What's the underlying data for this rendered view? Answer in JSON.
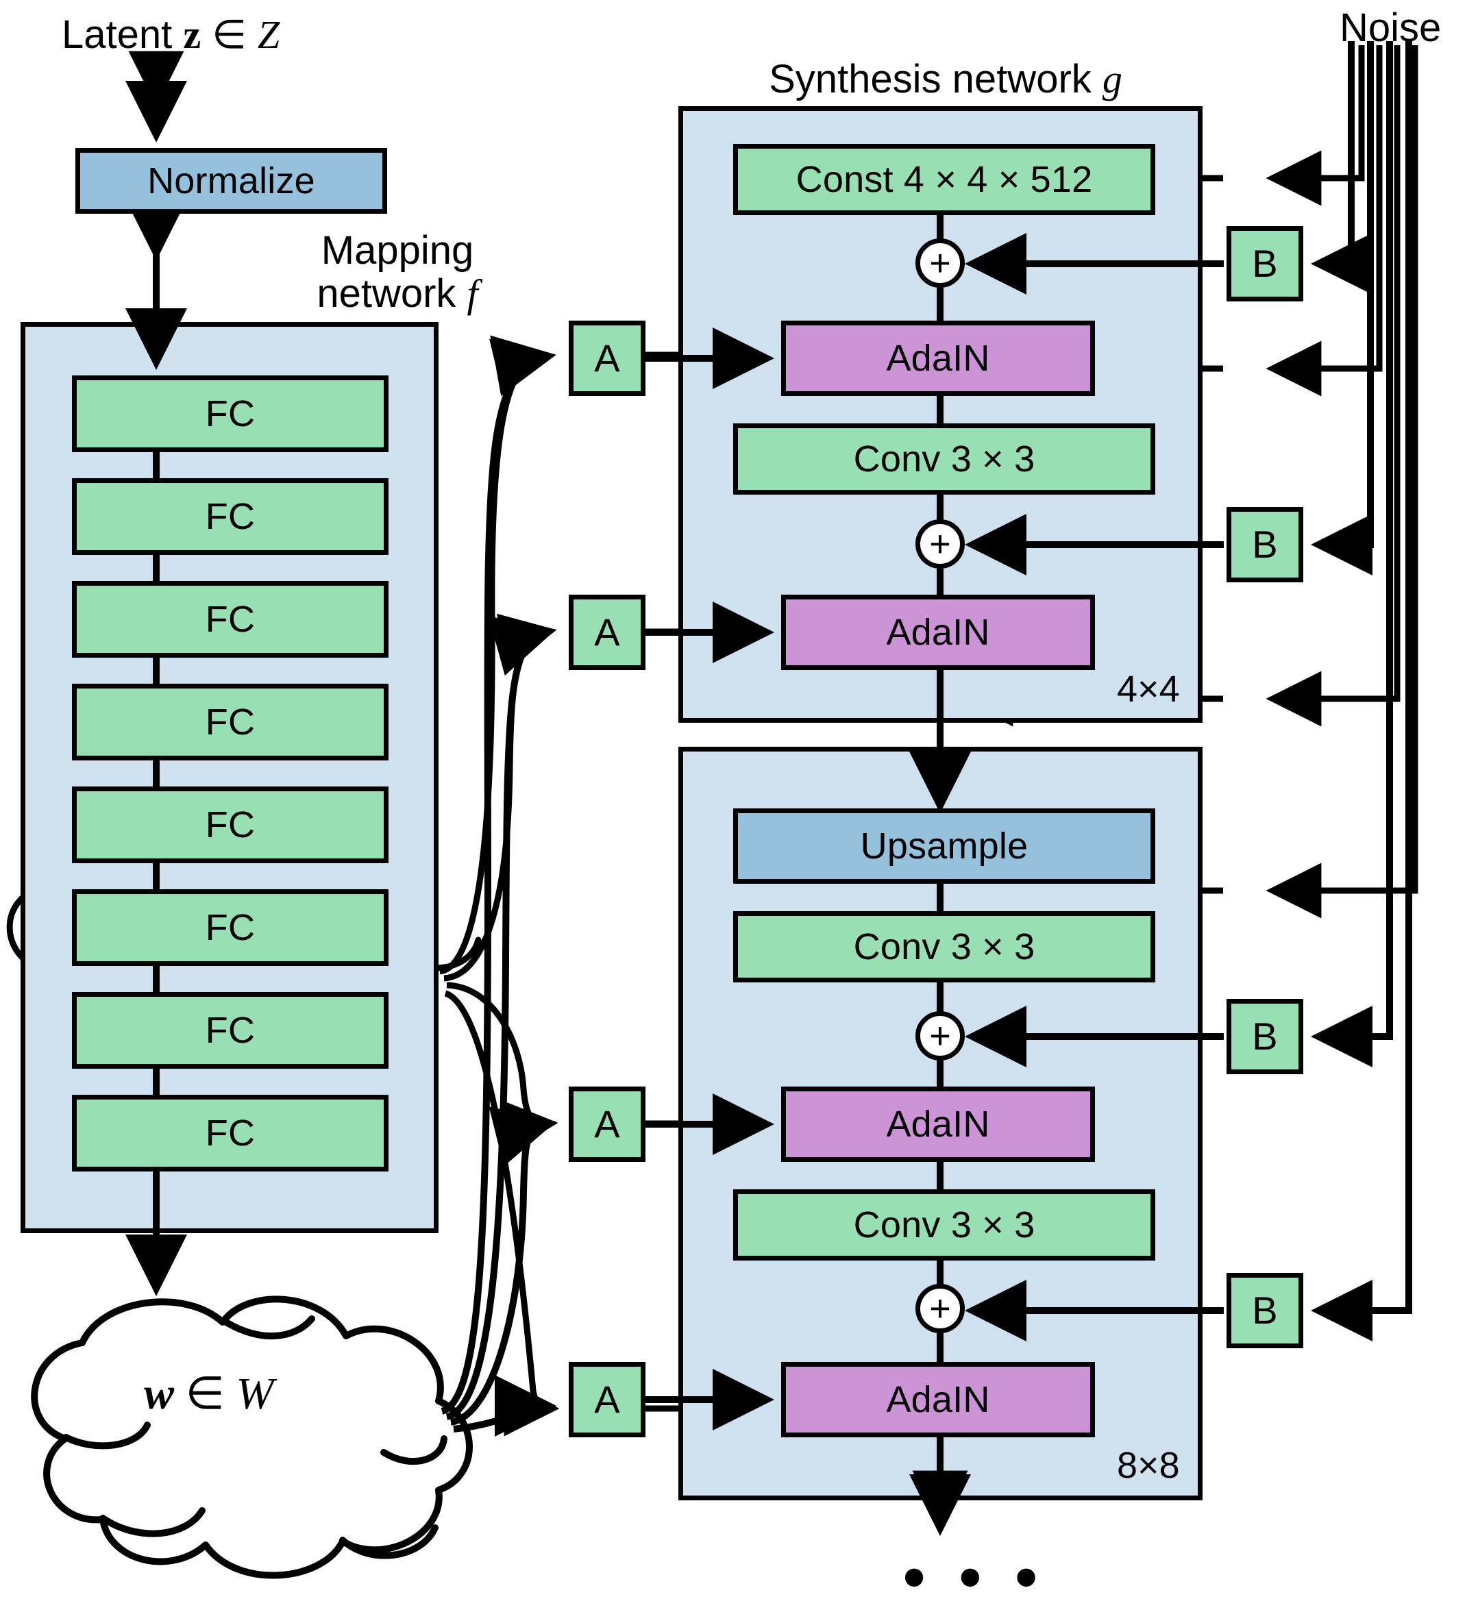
{
  "figure": {
    "title": "StyleGAN generator architecture",
    "colors": {
      "green_block": "#98dfb3",
      "blue_block": "#96c1dd",
      "purple_block": "#cc93d6",
      "panel_bg": "#cfe0ef",
      "stroke": "#000000",
      "background": "#ffffff"
    }
  },
  "labels": {
    "latent": "Latent z ∈ Z",
    "latent_prefix": "Latent ",
    "latent_vector": "z",
    "latent_in": " ∈ ",
    "latent_space": "Z",
    "mapping_network_line1": "Mapping",
    "mapping_network_line2": "network",
    "mapping_network_symbol": "f",
    "synthesis_network": "Synthesis network ",
    "synthesis_network_symbol": "g",
    "noise": "Noise",
    "ellipsis": "• • •"
  },
  "mapping": {
    "normalize_label": "Normalize",
    "fc_layers": [
      {
        "label": "FC"
      },
      {
        "label": "FC"
      },
      {
        "label": "FC"
      },
      {
        "label": "FC"
      },
      {
        "label": "FC"
      },
      {
        "label": "FC"
      },
      {
        "label": "FC"
      },
      {
        "label": "FC"
      }
    ],
    "fc_count": 8
  },
  "latent_space_cloud": {
    "vector": "w",
    "member": " ∈ ",
    "space": "W"
  },
  "affine_blocks": [
    {
      "label": "A"
    },
    {
      "label": "A"
    },
    {
      "label": "A"
    },
    {
      "label": "A"
    }
  ],
  "noise_blocks": [
    {
      "label": "B"
    },
    {
      "label": "B"
    },
    {
      "label": "B"
    },
    {
      "label": "B"
    }
  ],
  "add_nodes": [
    {
      "label": "+"
    },
    {
      "label": "+"
    },
    {
      "label": "+"
    },
    {
      "label": "+"
    }
  ],
  "synthesis_blocks": [
    {
      "resolution": "4×4",
      "layers": [
        {
          "label": "Const 4 × 4 × 512",
          "kind": "green"
        },
        {
          "label": "AdaIN",
          "kind": "purple"
        },
        {
          "label": "Conv 3 × 3",
          "kind": "green"
        },
        {
          "label": "AdaIN",
          "kind": "purple"
        }
      ]
    },
    {
      "resolution": "8×8",
      "layers": [
        {
          "label": "Upsample",
          "kind": "blue"
        },
        {
          "label": "Conv 3 × 3",
          "kind": "green"
        },
        {
          "label": "AdaIN",
          "kind": "purple"
        },
        {
          "label": "Conv 3 × 3",
          "kind": "green"
        },
        {
          "label": "AdaIN",
          "kind": "purple"
        }
      ]
    }
  ]
}
